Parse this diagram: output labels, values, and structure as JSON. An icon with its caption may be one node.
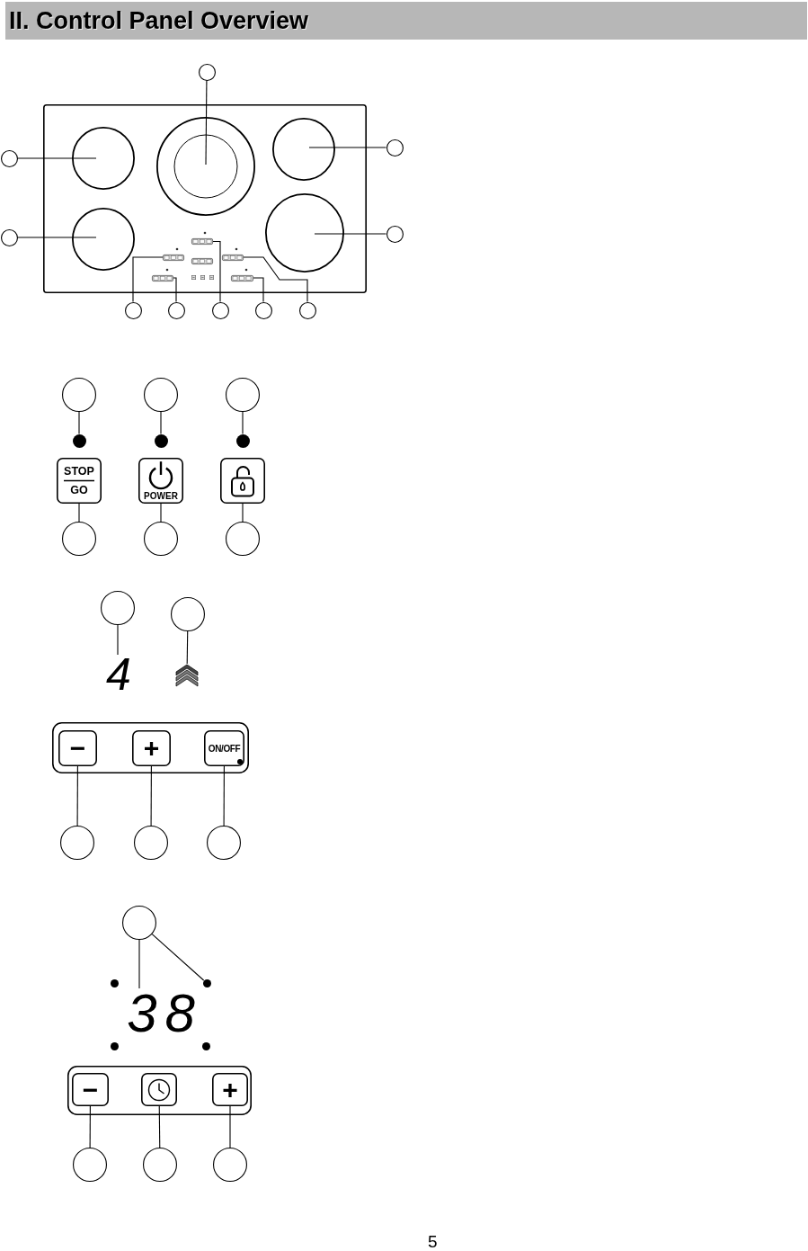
{
  "diagram": {
    "title": "II. Control Panel Overview",
    "nodes": [
      {
        "text": [],
        "shape": "circle"
      },
      {
        "text": [],
        "shape": "circle"
      },
      {
        "text": [],
        "shape": "circle"
      },
      {
        "text": [],
        "shape": "circle"
      },
      {
        "text": [],
        "shape": "circle"
      },
      {
        "text": [],
        "shape": "box"
      },
      {
        "text": [],
        "shape": "circle",
        "in": 5
      },
      {
        "text": [],
        "shape": "circle",
        "in": 5
      },
      {
        "text": [],
        "shape": "circle",
        "in": 5
      },
      {
        "text": [],
        "shape": "circle",
        "in": 5
      },
      {
        "text": [],
        "shape": "circle",
        "in": 5
      },
      {
        "text": [],
        "shape": "box",
        "in": 5
      },
      {
        "text": [],
        "shape": "box",
        "in": 5
      },
      {
        "text": [],
        "shape": "box",
        "in": 5
      },
      {
        "text": [],
        "shape": "box",
        "in": 5
      },
      {
        "text": [],
        "shape": "box",
        "in": 5
      },
      {
        "text": [],
        "shape": "box",
        "in": 5
      },
      {
        "text": [],
        "shape": "circle"
      },
      {
        "text": [],
        "shape": "circle"
      },
      {
        "text": [],
        "shape": "circle"
      },
      {
        "text": [],
        "shape": "circle"
      },
      {
        "text": [],
        "shape": "circle"
      },
      {
        "text": [],
        "shape": "circle"
      },
      {
        "text": [],
        "shape": "circle"
      },
      {
        "text": [],
        "shape": "circle"
      },
      {
        "text": [],
        "shape": "circle"
      },
      {
        "text": [],
        "shape": "circle"
      },
      {
        "text": [],
        "shape": "circle"
      },
      {
        "text": [
          "STOP",
          "GO"
        ]
      },
      {
        "text": [
          "POWER"
        ]
      },
      {
        "text": [],
        "shape": "box"
      },
      {
        "text": [],
        "shape": "circle"
      },
      {
        "text": [],
        "shape": "circle"
      },
      {
        "text": [],
        "shape": "circle"
      },
      {
        "text": [],
        "shape": "circle"
      },
      {
        "text": [],
        "shape": "circle"
      },
      {
        "text": [
          "4"
        ]
      },
      {
        "text": [],
        "shape": "picture"
      },
      {
        "text": [],
        "shape": "box"
      },
      {
        "text": [
          "−"
        ],
        "in": 38
      },
      {
        "text": [
          "+"
        ],
        "in": 38
      },
      {
        "text": [
          "ON/OFF"
        ],
        "in": 38
      },
      {
        "text": [],
        "shape": "circle"
      },
      {
        "text": [],
        "shape": "circle"
      },
      {
        "text": [],
        "shape": "circle"
      },
      {
        "text": [],
        "shape": "circle"
      },
      {
        "text": [],
        "shape": "circle"
      },
      {
        "text": [],
        "shape": "circle"
      },
      {
        "text": [
          "38"
        ]
      },
      {
        "text": [],
        "shape": "circle"
      },
      {
        "text": [],
        "shape": "circle"
      },
      {
        "text": [],
        "shape": "box"
      },
      {
        "text": [
          "−"
        ],
        "in": 51
      },
      {
        "text": [],
        "shape": "box",
        "in": 51
      },
      {
        "text": [
          "+"
        ],
        "in": 51
      },
      {
        "text": [],
        "shape": "circle"
      },
      {
        "text": [],
        "shape": "circle"
      },
      {
        "text": [],
        "shape": "circle"
      }
    ],
    "edges": [
      {
        "from": 0,
        "to": 7,
        "arrow": "none"
      },
      {
        "from": 1,
        "to": 6,
        "arrow": "none"
      },
      {
        "from": 2,
        "to": 8,
        "arrow": "none"
      },
      {
        "from": 3,
        "to": 9,
        "arrow": "none"
      },
      {
        "from": 4,
        "to": 10,
        "arrow": "none"
      },
      {
        "from": 17,
        "to": 12,
        "arrow": "none"
      },
      {
        "from": 18,
        "to": 15,
        "arrow": "none"
      },
      {
        "from": 19,
        "to": 11,
        "arrow": "none"
      },
      {
        "from": 20,
        "to": 16,
        "arrow": "none"
      },
      {
        "from": 21,
        "to": 14,
        "arrow": "none"
      },
      {
        "from": 22,
        "to": 25,
        "arrow": "none"
      },
      {
        "from": 23,
        "to": 26,
        "arrow": "none"
      },
      {
        "from": 24,
        "to": 27,
        "arrow": "none"
      },
      {
        "from": 31,
        "to": 28,
        "arrow": "none"
      },
      {
        "from": 32,
        "to": 29,
        "arrow": "none"
      },
      {
        "from": 33,
        "to": 30,
        "arrow": "none"
      },
      {
        "from": 34,
        "to": 36,
        "arrow": "none"
      },
      {
        "from": 35,
        "to": 37,
        "arrow": "none"
      },
      {
        "from": 42,
        "to": 39,
        "arrow": "none"
      },
      {
        "from": 43,
        "to": 40,
        "arrow": "none"
      },
      {
        "from": 44,
        "to": 41,
        "arrow": "none"
      },
      {
        "from": 45,
        "to": 48,
        "arrow": "none"
      },
      {
        "from": 45,
        "to": 47,
        "arrow": "none"
      },
      {
        "from": 55,
        "to": 52,
        "arrow": "none"
      },
      {
        "from": 56,
        "to": 53,
        "arrow": "none"
      },
      {
        "from": 57,
        "to": 54,
        "arrow": "none"
      }
    ],
    "labels": [
      "5"
    ]
  }
}
